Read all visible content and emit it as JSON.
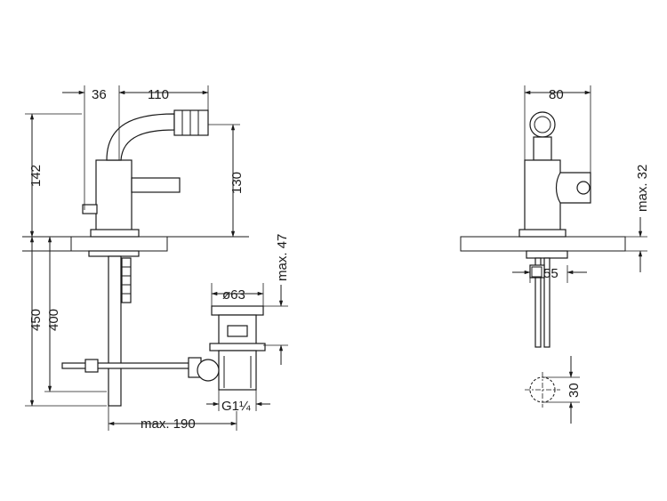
{
  "dimensions": {
    "d36": "36",
    "d110": "110",
    "d142": "142",
    "d130": "130",
    "d450": "450",
    "d400": "400",
    "d63": "ø63",
    "max47": "max. 47",
    "g114": "G1¼",
    "max190": "max. 190",
    "d80": "80",
    "max32": "max. 32",
    "d55": "55",
    "d30": "30"
  },
  "colors": {
    "line": "#1a1a1a",
    "background": "#ffffff"
  }
}
